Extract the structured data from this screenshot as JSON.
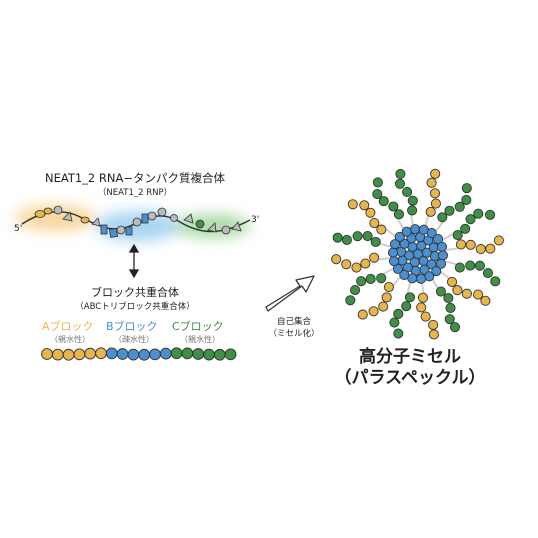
{
  "rnp": {
    "title": "NEAT1_2 RNA−タンパク質複合体",
    "subtitle": "（NEAT1_2 RNP）",
    "end5": "5'",
    "end3": "3'"
  },
  "copolymer": {
    "title": "ブロック共重合体",
    "subtitle": "（ABCトリブロック共重合体）"
  },
  "blocks": [
    {
      "label": "Aブロック",
      "sub": "（親水性）",
      "color": "#e8b54a"
    },
    {
      "label": "Bブロック",
      "sub": "（疎水性）",
      "color": "#4a90d0"
    },
    {
      "label": "Cブロック",
      "sub": "（親水性）",
      "color": "#3f8f45"
    }
  ],
  "arrow": {
    "label": "自己集合",
    "sub": "（ミセル化）"
  },
  "micelle": {
    "title": "高分子ミセル",
    "subtitle": "（パラスペックル）"
  },
  "colors": {
    "A": "#e8b54a",
    "B": "#4a90d0",
    "C": "#3f8f45",
    "protein": "#bcbcbc",
    "outline": "#333333"
  }
}
